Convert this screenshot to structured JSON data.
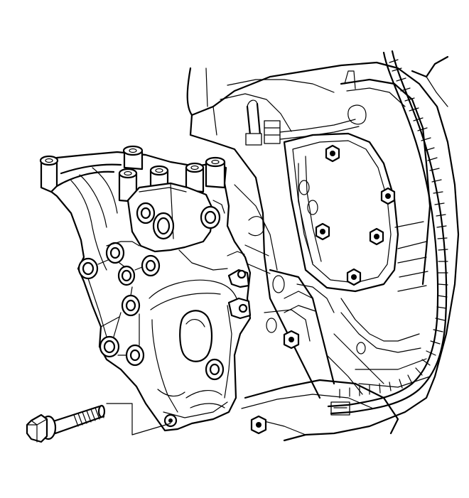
{
  "figure": {
    "background_color": "#ffffff",
    "line_color": "#000000",
    "components": {
      "bracket": "accessory-bracket",
      "bolt": "bracket-bolt",
      "engine": "engine-block",
      "harness": "wiring-harness",
      "fasteners": "bracket-nuts"
    }
  }
}
